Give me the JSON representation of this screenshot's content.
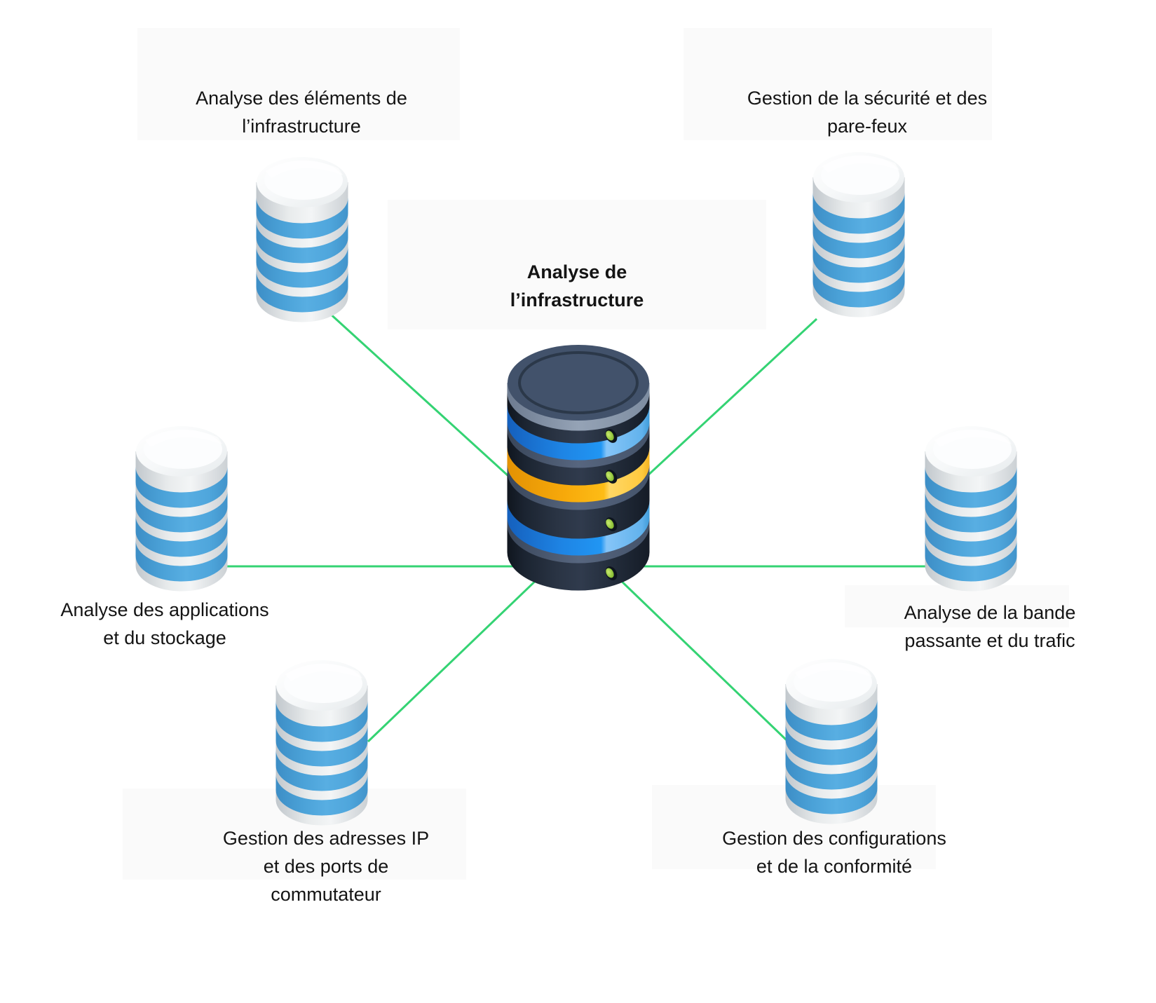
{
  "labels": {
    "center": {
      "lines": [
        "Analyse de",
        "l’infrastructure"
      ]
    },
    "top_left": {
      "lines": [
        "Analyse des éléments de",
        "l’infrastructure"
      ]
    },
    "top_right": {
      "lines": [
        "Gestion de la sécurité et des",
        "pare-feux"
      ]
    },
    "middle_left": {
      "lines": [
        "Analyse des applications",
        "et du stockage"
      ]
    },
    "middle_right": {
      "lines": [
        "Analyse de la bande",
        "passante et du trafic"
      ]
    },
    "bottom_left": {
      "lines": [
        "Gestion des adresses IP",
        "et des ports de",
        "commutateur"
      ]
    },
    "bottom_right": {
      "lines": [
        "Gestion des configurations",
        "et de la conformité"
      ]
    }
  },
  "icons": {
    "center_node": "database-icon",
    "satellite_node": "database-icon"
  },
  "colors": {
    "background": "#ffffff",
    "connector_green": "#34d373",
    "text": "#141414",
    "satellite_stripe_blue": "#4da4da",
    "satellite_body_white": "#eff1f2",
    "center_body_dark": "#232e3e",
    "center_top_slate": "#42526b",
    "center_stripe_blue": "#2196f3",
    "center_stripe_orange": "#fcb713",
    "center_separator_gray": "#55647e",
    "led_green": "#8bc34a"
  }
}
